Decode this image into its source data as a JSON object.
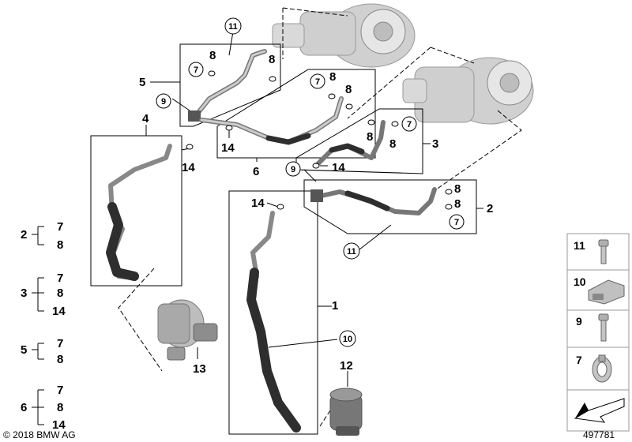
{
  "callouts": {
    "c1": "1",
    "c2": "2",
    "c3": "3",
    "c4": "4",
    "c5": "5",
    "c6": "6",
    "c9a": "9",
    "c9b": "9",
    "c10": "10",
    "c11a": "11",
    "c11b": "11",
    "c12": "12",
    "c13": "13",
    "c14a": "14",
    "c14b": "14",
    "c14c": "14",
    "c14d": "14",
    "c7a": "7",
    "c7b": "7",
    "c7c": "7",
    "c7d": "7",
    "c8a": "8",
    "c8b": "8",
    "c8c": "8",
    "c8d": "8",
    "c8e": "8",
    "c8f": "8",
    "c8g": "8",
    "c8h": "8"
  },
  "legend": [
    {
      "main": "2",
      "subs": [
        "7",
        "8"
      ]
    },
    {
      "main": "3",
      "subs": [
        "7",
        "8",
        "14"
      ]
    },
    {
      "main": "5",
      "subs": [
        "7",
        "8"
      ]
    },
    {
      "main": "6",
      "subs": [
        "7",
        "8",
        "14"
      ]
    }
  ],
  "side_panel": [
    "11",
    "10",
    "9",
    "7"
  ],
  "footer": {
    "copyright": "© 2018 BMW AG",
    "diagram_number": "497781"
  },
  "colors": {
    "line": "#000000",
    "hose_dark": "#3a3a3a",
    "hose_light": "#9a9a9a",
    "turbo": "#c8c8c8",
    "panel_border": "#999999"
  }
}
